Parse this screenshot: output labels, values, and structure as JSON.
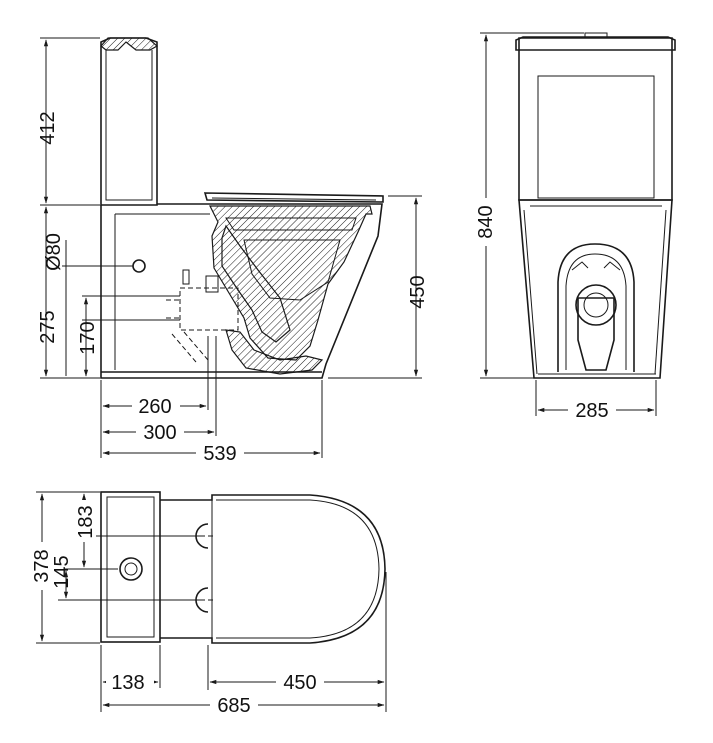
{
  "dimensions": {
    "tank_height": "412",
    "inlet_diameter": "Ø80",
    "inlet_height": "275",
    "outlet_height": "170",
    "pan_height": "450",
    "total_height": "840",
    "width_front": "285",
    "outlet_260": "260",
    "outlet_300": "300",
    "side_depth": "539",
    "fix_183": "183",
    "fix_145": "145",
    "plan_width": "378",
    "plan_138": "138",
    "plan_450": "450",
    "plan_depth": "685"
  },
  "colors": {
    "line": "#1a1a1a",
    "background": "#ffffff"
  }
}
